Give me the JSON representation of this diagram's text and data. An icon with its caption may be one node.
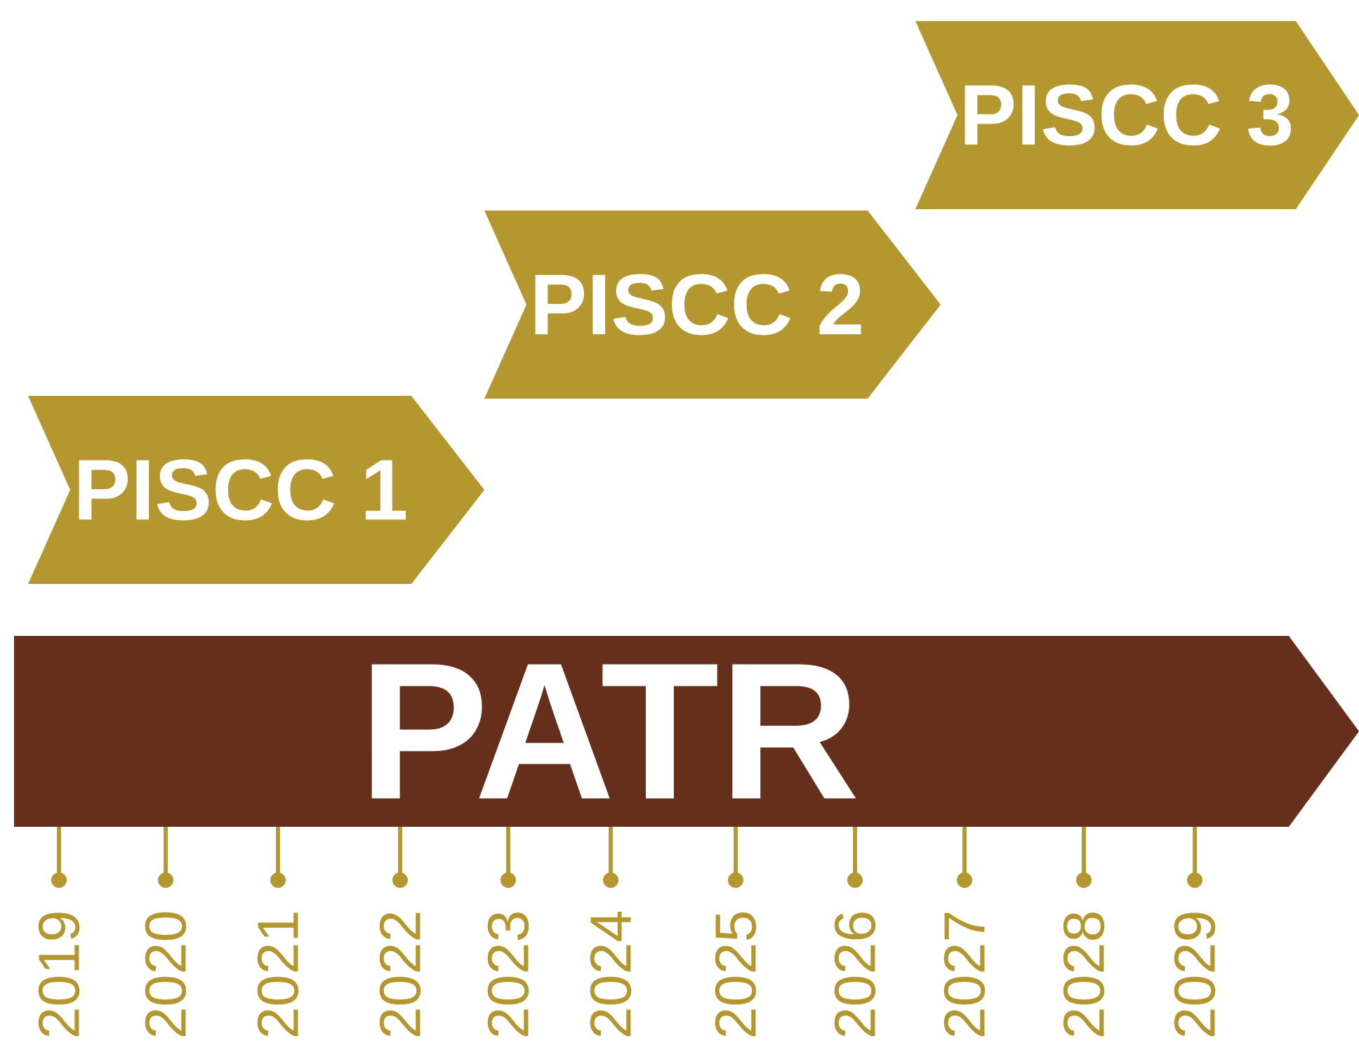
{
  "diagram": {
    "nodes": [
      {
        "text": [
          "PISCC 1"
        ]
      },
      {
        "text": [
          "PISCC 2"
        ]
      },
      {
        "text": [
          "PISCC 3"
        ]
      },
      {
        "text": [
          "PATR"
        ]
      }
    ],
    "edges": [],
    "labels": [
      "2019",
      "2020",
      "2021",
      "2022",
      "2023",
      "2024",
      "2025",
      "2026",
      "2027",
      "2028",
      "2029"
    ]
  }
}
